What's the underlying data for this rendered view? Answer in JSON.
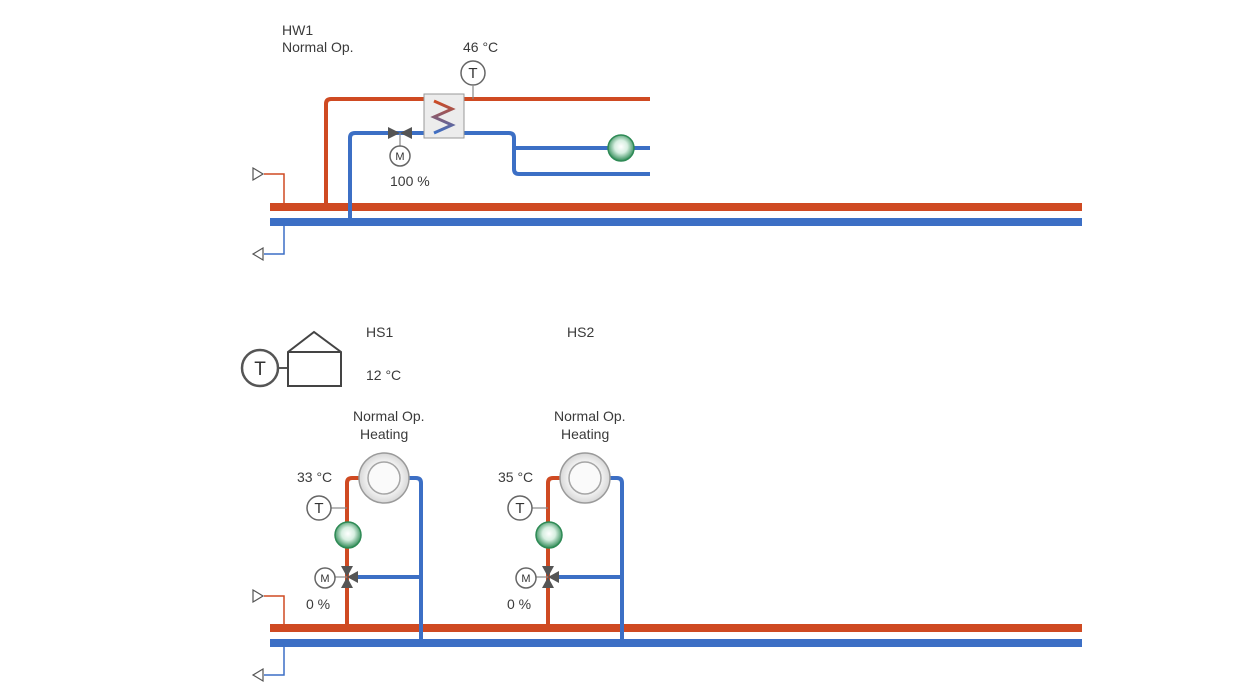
{
  "colors": {
    "supply": "#cf4a22",
    "return": "#3c6fc5",
    "pump": "#2e8a55",
    "text": "#3a3a3a"
  },
  "hw1": {
    "name": "HW1",
    "mode": "Normal Op.",
    "temperature": "46 °C",
    "valve_position": "100 %",
    "icons": [
      "temperature-sensor-icon",
      "heat-exchanger-icon",
      "motor-valve-icon",
      "pump-icon"
    ]
  },
  "outdoor": {
    "temperature": "12 °C",
    "icons": [
      "temperature-sensor-icon",
      "building-icon"
    ]
  },
  "heating_circuits": [
    {
      "name": "HS1",
      "mode": "Normal Op.",
      "function": "Heating",
      "flow_temperature": "33 °C",
      "valve_position": "0 %"
    },
    {
      "name": "HS2",
      "mode": "Normal Op.",
      "function": "Heating",
      "flow_temperature": "35 °C",
      "valve_position": "0 %"
    }
  ],
  "symbols": {
    "sensor": "T",
    "motor": "M"
  }
}
